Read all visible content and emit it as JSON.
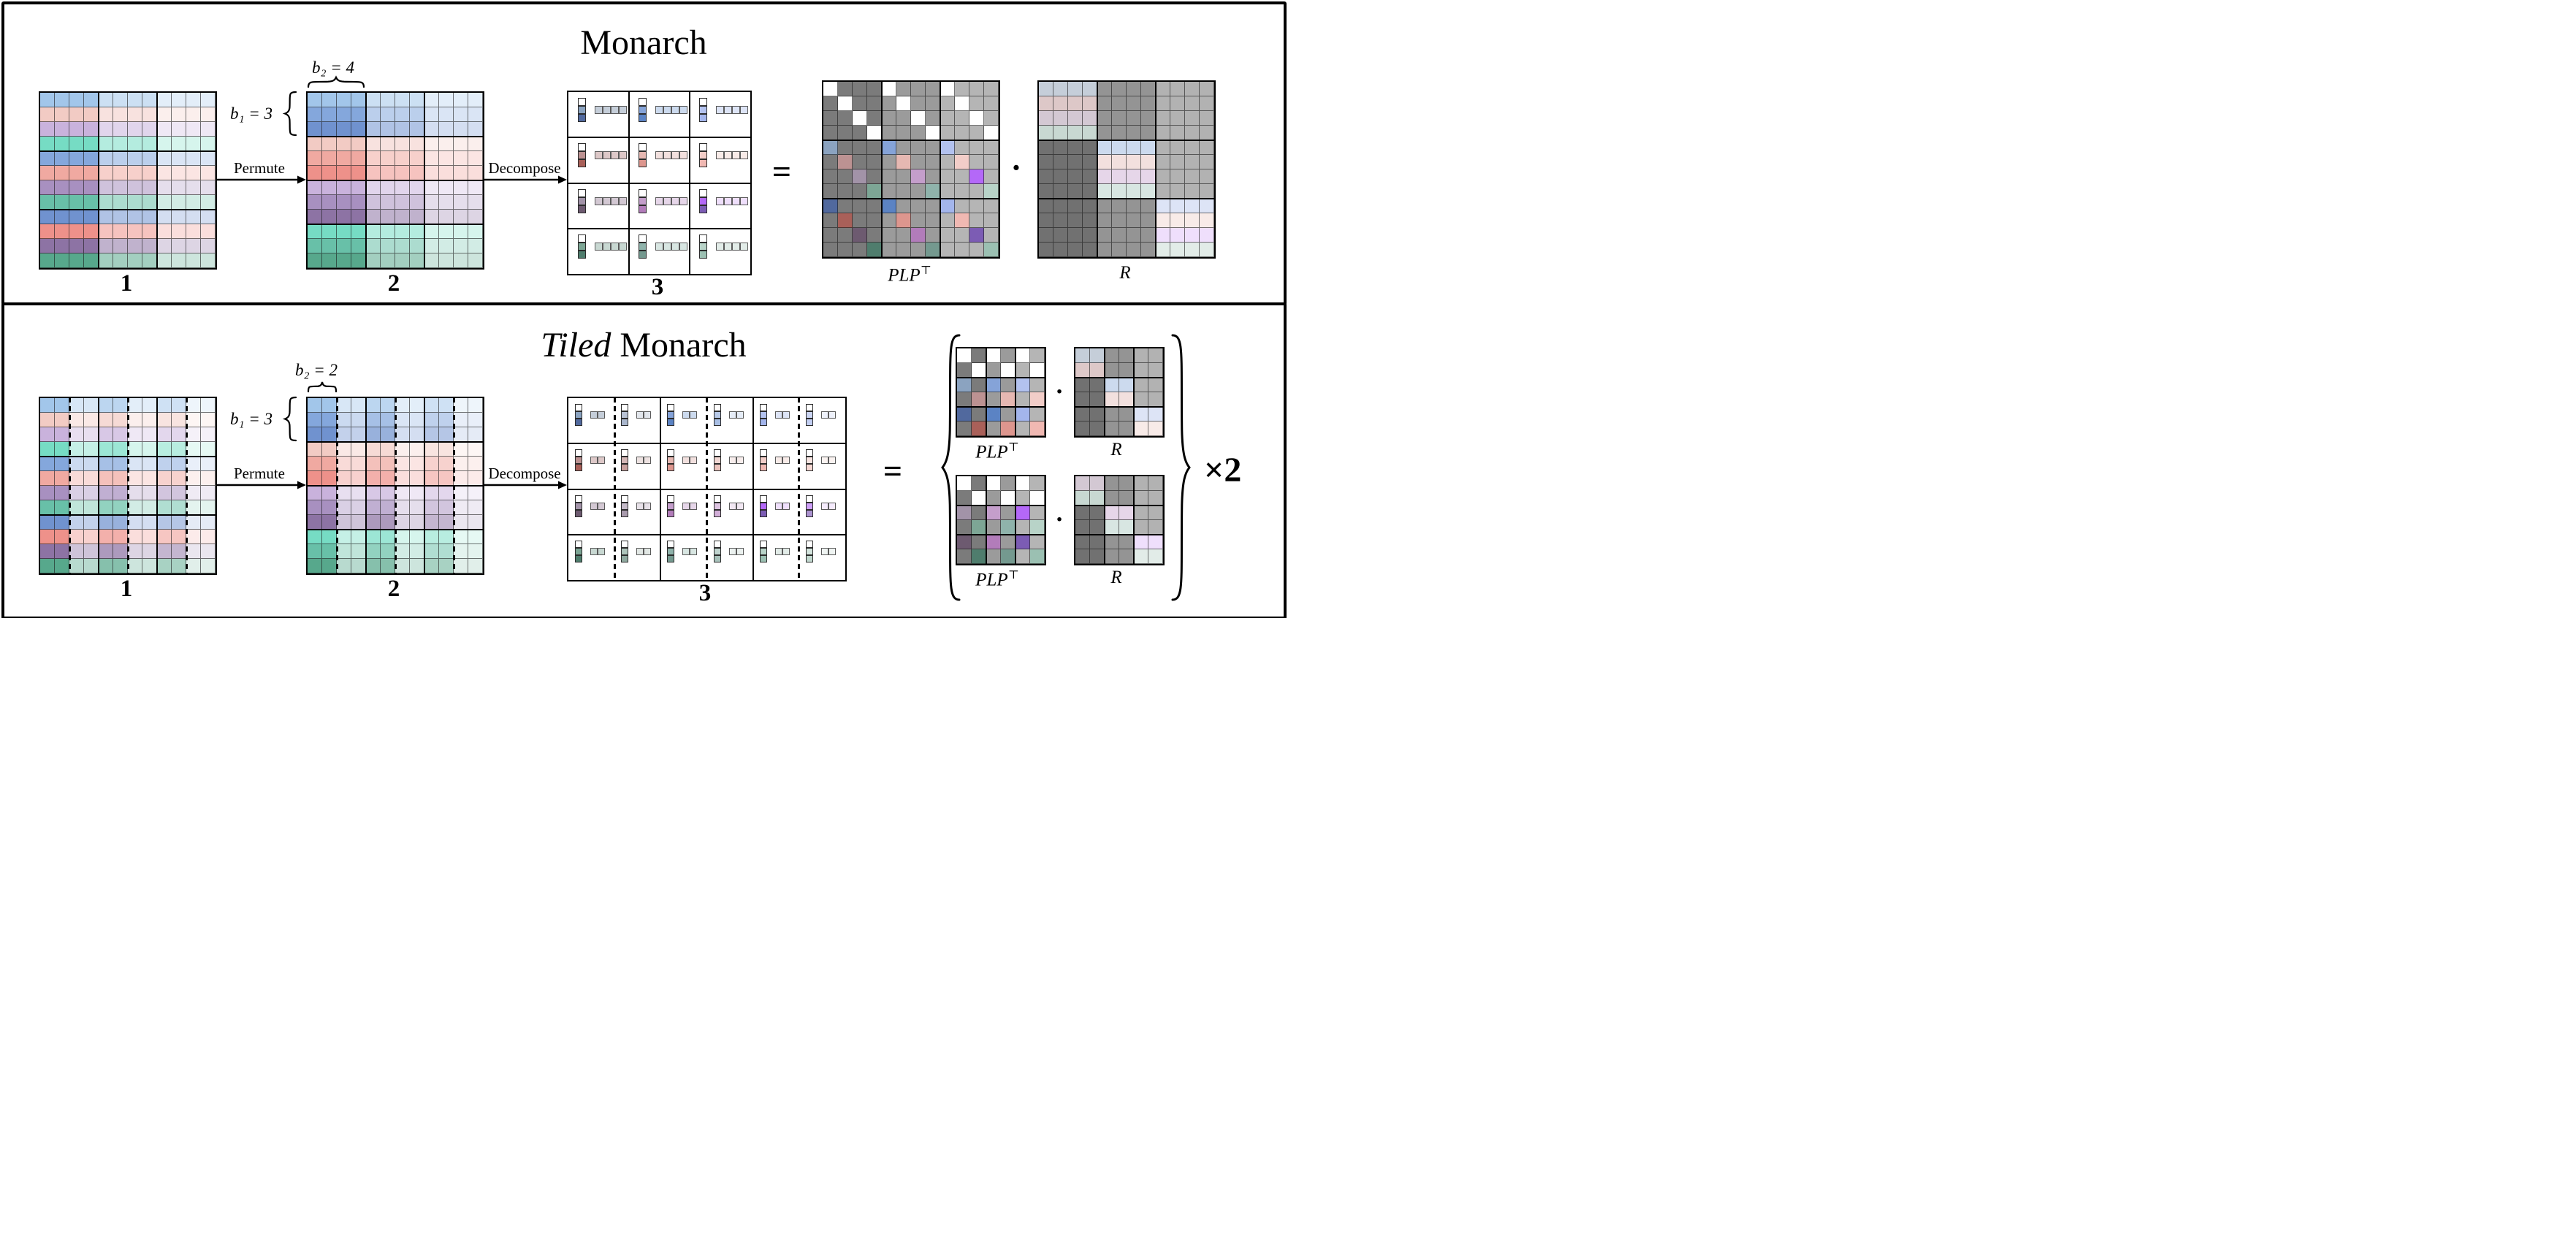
{
  "labels": {
    "monarch_title": "Monarch",
    "tiled_title_italic": "Tiled",
    "tiled_title_rest": " Monarch",
    "permute": "Permute",
    "decompose": "Decompose",
    "b1": "b₁ = 3",
    "b2_top": "b₂ = 4",
    "b2_bottom": "b₂ = 2",
    "step_1": "1",
    "step_2": "2",
    "step_3": "3",
    "equals": "=",
    "dot": "·",
    "plp": "PLP",
    "plp_sup": "⊤",
    "r": "R",
    "times2": "×2"
  },
  "palette": {
    "hues": [
      "blue",
      "red",
      "purple",
      "teal"
    ],
    "base": {
      "blue": [
        "#a2c6ea",
        "#84a7dc",
        "#7092cf"
      ],
      "red": [
        "#f2cbc4",
        "#f0a9a1",
        "#ee918a"
      ],
      "purple": [
        "#c9b2dc",
        "#a890c0",
        "#8d73a4"
      ],
      "teal": [
        "#76dcc4",
        "#68c0a8",
        "#57a88c"
      ]
    },
    "levels_top": [
      0,
      0.45,
      0.7
    ],
    "levels_bottom": [
      0,
      0.58,
      0.28,
      0.7,
      0.48,
      0.82
    ],
    "plp_grays": [
      "#7b7b7b",
      "#9b9b9b",
      "#b5b5b5"
    ],
    "r_grays": [
      "#717171",
      "#949494",
      "#b2b2b2"
    ],
    "white": "#ffffff"
  },
  "structure": {
    "row_order_interleaved": [
      [
        0,
        0
      ],
      [
        1,
        0
      ],
      [
        2,
        0
      ],
      [
        3,
        0
      ],
      [
        0,
        1
      ],
      [
        1,
        1
      ],
      [
        2,
        1
      ],
      [
        3,
        1
      ],
      [
        0,
        2
      ],
      [
        1,
        2
      ],
      [
        2,
        2
      ],
      [
        3,
        2
      ]
    ],
    "row_order_grouped": [
      [
        0,
        0
      ],
      [
        0,
        1
      ],
      [
        0,
        2
      ],
      [
        1,
        0
      ],
      [
        1,
        1
      ],
      [
        1,
        2
      ],
      [
        2,
        0
      ],
      [
        2,
        1
      ],
      [
        2,
        2
      ],
      [
        3,
        0
      ],
      [
        3,
        1
      ],
      [
        3,
        2
      ]
    ],
    "top_tile_hues": [
      0,
      1,
      2,
      3
    ],
    "bottom_tile1_hues": [
      0,
      1
    ],
    "bottom_tile2_hues": [
      2,
      3
    ]
  },
  "factors": {
    "blue": [
      {
        "A": {
          "mid": "#8ba3c0",
          "dark": "#51699e",
          "hv": "#c5ced9"
        },
        "B": {
          "mid": "#b8c2d4",
          "dark": "#a9b6cc",
          "hv": "#e2e6ec"
        }
      },
      {
        "A": {
          "mid": "#85a3d8",
          "dark": "#5b83c4",
          "hv": "#ccdaee"
        },
        "B": {
          "mid": "#b7c9e8",
          "dark": "#a8bee4",
          "hv": "#e5ecf7"
        }
      },
      {
        "A": {
          "mid": "#b3c2ef",
          "dark": "#a3b5ec",
          "hv": "#dde4f6"
        },
        "B": {
          "mid": "#ccd6f4",
          "dark": "#c2cef2",
          "hv": "#eef1fb"
        }
      }
    ],
    "red": [
      {
        "A": {
          "mid": "#bc9292",
          "dark": "#a96059",
          "hv": "#ddc8c8"
        },
        "B": {
          "mid": "#d4b7b6",
          "dark": "#c9a19e",
          "hv": "#ede2e1"
        }
      },
      {
        "A": {
          "mid": "#e6b8b2",
          "dark": "#dd968e",
          "hv": "#f2e0de"
        },
        "B": {
          "mid": "#f1d7d3",
          "dark": "#ecc4bd",
          "hv": "#f8edec"
        }
      },
      {
        "A": {
          "mid": "#f2cdc8",
          "dark": "#f0b8b2",
          "hv": "#f8ebe8"
        },
        "B": {
          "mid": "#f8e5e2",
          "dark": "#f6d9d4",
          "hv": "#fbf3f1"
        }
      }
    ],
    "purple": [
      {
        "A": {
          "mid": "#a293a8",
          "dark": "#6d5a70",
          "hv": "#d3c8d3"
        },
        "B": {
          "mid": "#c4bac8",
          "dark": "#a89aac",
          "hv": "#e7e1e8"
        }
      },
      {
        "A": {
          "mid": "#c49ecb",
          "dark": "#b27cba",
          "hv": "#e6d6e9"
        },
        "B": {
          "mid": "#ddc4e1",
          "dark": "#d2aed8",
          "hv": "#f1e7f2"
        }
      },
      {
        "A": {
          "mid": "#b468f8",
          "dark": "#7c5cb4",
          "hv": "#efdffc"
        },
        "B": {
          "mid": "#cfa0fa",
          "dark": "#ab92d0",
          "hv": "#f5ebfd"
        }
      }
    ],
    "teal": [
      {
        "A": {
          "mid": "#7da695",
          "dark": "#4f7d6d",
          "hv": "#c8d8d2"
        },
        "B": {
          "mid": "#aec4bb",
          "dark": "#8fa99f",
          "hv": "#e2e8e5"
        }
      },
      {
        "A": {
          "mid": "#8fb3ab",
          "dark": "#74998f",
          "hv": "#d8e6e2"
        },
        "B": {
          "mid": "#c0d4cf",
          "dark": "#a8c2bb",
          "hv": "#ebf1ef"
        }
      },
      {
        "A": {
          "mid": "#b8d3c8",
          "dark": "#9bc0b2",
          "hv": "#e2ece8"
        },
        "B": {
          "mid": "#d4e5de",
          "dark": "#c2d8cf",
          "hv": "#f0f5f3"
        }
      }
    ]
  }
}
